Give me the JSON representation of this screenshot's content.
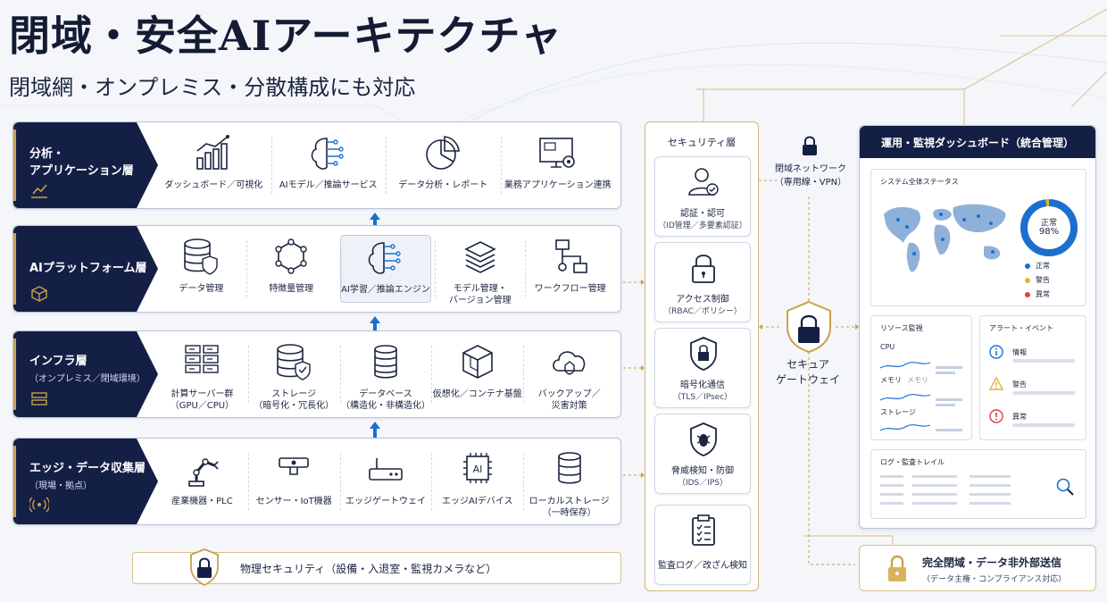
{
  "title": "閉域・安全AIアーキテクチャ",
  "subtitle": "閉域網・オンプレミス・分散構成にも対応",
  "colors": {
    "navy": "#141f45",
    "gold": "#c8a24a",
    "blue": "#1a6fd1",
    "green": "#2e9d5b",
    "yellow": "#e0b43a",
    "red": "#d9423a"
  },
  "layers": [
    {
      "title": "分析・\nアプリケーション層",
      "sub": "",
      "icon": "chart-icon",
      "items": [
        {
          "label": "ダッシュボード／可視化",
          "icon": "bar-chart-icon"
        },
        {
          "label": "AIモデル／推論サービス",
          "icon": "ai-brain-icon"
        },
        {
          "label": "データ分析・レポート",
          "icon": "pie-chart-icon"
        },
        {
          "label": "業務アプリケーション連携",
          "icon": "monitor-gear-icon"
        }
      ]
    },
    {
      "title": "AIプラットフォーム層",
      "sub": "",
      "icon": "cube-icon",
      "items": [
        {
          "label": "データ管理",
          "icon": "database-shield-icon"
        },
        {
          "label": "特徴量管理",
          "icon": "network-hex-icon"
        },
        {
          "label": "AI学習／推論エンジン",
          "icon": "ai-brain-icon"
        },
        {
          "label": "モデル管理・\nバージョン管理",
          "icon": "layers-icon"
        },
        {
          "label": "ワークフロー管理",
          "icon": "workflow-icon"
        }
      ]
    },
    {
      "title": "インフラ層",
      "sub": "（オンプレミス／閉域環境）",
      "icon": "server-icon",
      "items": [
        {
          "label": "計算サーバー群\n（GPU／CPU）",
          "icon": "server-rack-icon"
        },
        {
          "label": "ストレージ\n（暗号化・冗長化）",
          "icon": "storage-shield-icon"
        },
        {
          "label": "データベース\n（構造化・非構造化）",
          "icon": "database-icon"
        },
        {
          "label": "仮想化／コンテナ基盤",
          "icon": "container-icon"
        },
        {
          "label": "バックアップ／\n災害対策",
          "icon": "cloud-backup-icon"
        }
      ]
    },
    {
      "title": "エッジ・データ収集層",
      "sub": "（現場・拠点）",
      "icon": "signal-icon",
      "items": [
        {
          "label": "産業機器・PLC",
          "icon": "robot-arm-icon"
        },
        {
          "label": "センサー・IoT機器",
          "icon": "sensor-icon"
        },
        {
          "label": "エッジゲートウェイ",
          "icon": "router-icon"
        },
        {
          "label": "エッジAIデバイス",
          "icon": "ai-chip-icon"
        },
        {
          "label": "ローカルストレージ\n（一時保存）",
          "icon": "database-icon"
        }
      ]
    }
  ],
  "security": {
    "title": "セキュリティ層",
    "cards": [
      {
        "l1": "認証・認可",
        "l2": "（ID管理／多要素認証）",
        "icon": "user-check-icon"
      },
      {
        "l1": "アクセス制御",
        "l2": "（RBAC／ポリシー）",
        "icon": "lock-icon"
      },
      {
        "l1": "暗号化通信",
        "l2": "（TLS／IPsec）",
        "icon": "shield-lock-icon"
      },
      {
        "l1": "脅威検知・防御",
        "l2": "（IDS／IPS）",
        "icon": "shield-bug-icon"
      },
      {
        "l1": "監査ログ／改ざん検知",
        "l2": "",
        "icon": "clipboard-icon"
      }
    ]
  },
  "network": {
    "label": "閉域ネットワーク\n（専用線・VPN）"
  },
  "gateway": {
    "label": "セキュア\nゲートウェイ"
  },
  "dashboard": {
    "title": "運用・監視ダッシュボード（統合管理）",
    "status_title": "システム全体ステータス",
    "gauge_label": "正常",
    "gauge_value": "98%",
    "gauge_fraction": 0.98,
    "legend": [
      {
        "label": "正常",
        "color": "#1a6fd1"
      },
      {
        "label": "警告",
        "color": "#e0b43a"
      },
      {
        "label": "異常",
        "color": "#d9423a"
      }
    ],
    "resource_title": "リソース監視",
    "resources": [
      "CPU",
      "メモリ",
      "ストレージ"
    ],
    "resource_extra": "メモリ",
    "alert_title": "アラート・イベント",
    "alerts": [
      {
        "label": "情報",
        "icon": "info-icon"
      },
      {
        "label": "警告",
        "icon": "warning-icon"
      },
      {
        "label": "異常",
        "icon": "error-icon"
      }
    ],
    "log_title": "ログ・監査トレイル"
  },
  "physical": {
    "label": "物理セキュリティ（設備・入退室・監視カメラなど）"
  },
  "closed": {
    "line1": "完全閉域・データ非外部送信",
    "line2": "（データ主権・コンプライアンス対応）"
  }
}
